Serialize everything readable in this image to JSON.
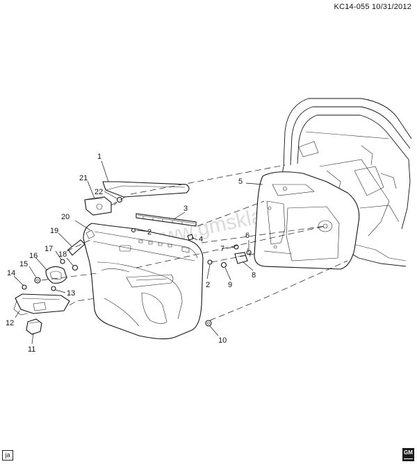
{
  "header": {
    "code": "KC14-055  10/31/2012"
  },
  "watermark": "www.gmsklad.ru",
  "footer": {
    "code": "ja",
    "logo_text": "GM"
  },
  "callouts": [
    {
      "id": "c1",
      "label": "1"
    },
    {
      "id": "c2a",
      "label": "2"
    },
    {
      "id": "c2b",
      "label": "2"
    },
    {
      "id": "c3",
      "label": "3"
    },
    {
      "id": "c4",
      "label": "4"
    },
    {
      "id": "c5",
      "label": "5"
    },
    {
      "id": "c6",
      "label": "6"
    },
    {
      "id": "c7",
      "label": "7"
    },
    {
      "id": "c8",
      "label": "8"
    },
    {
      "id": "c9",
      "label": "9"
    },
    {
      "id": "c10",
      "label": "10"
    },
    {
      "id": "c11",
      "label": "11"
    },
    {
      "id": "c12",
      "label": "12"
    },
    {
      "id": "c13",
      "label": "13"
    },
    {
      "id": "c14",
      "label": "14"
    },
    {
      "id": "c15",
      "label": "15"
    },
    {
      "id": "c16",
      "label": "16"
    },
    {
      "id": "c17",
      "label": "17"
    },
    {
      "id": "c18",
      "label": "18"
    },
    {
      "id": "c19",
      "label": "19"
    },
    {
      "id": "c20",
      "label": "20"
    },
    {
      "id": "c21",
      "label": "21"
    },
    {
      "id": "c22",
      "label": "22"
    }
  ]
}
